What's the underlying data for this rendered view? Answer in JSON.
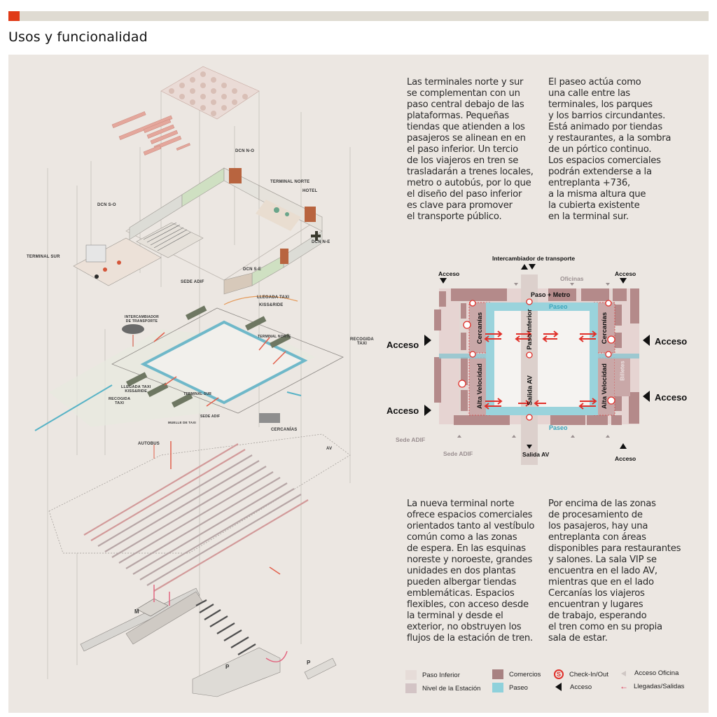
{
  "header": {
    "title": "Usos y funcionalidad",
    "accent_color": "#e03a17"
  },
  "text": {
    "col1_top": "Las terminales norte y sur\nse complementan con un\npaso central debajo de las\nplataformas. Pequeñas\ntiendas que atienden a los\npasajeros se alinean en en\nel paso inferior. Un tercio\nde los viajeros en tren se\ntrasladarán a trenes locales,\nmetro o autobús, por lo que\nel diseño del paso inferior\nes clave para promover\nel transporte público.",
    "col2_top": "El paseo actúa como\nuna calle entre las\nterminales, los parques\ny los barrios circundantes.\nEstá animado por tiendas\ny restaurantes, a la sombra\nde un pórtico continuo.\nLos espacios comerciales\npodrán extenderse a la\nentreplanta +736,\na la misma altura que\nla cubierta existente\nen la terminal sur.",
    "col1_bottom": "La nueva terminal norte\nofrece espacios comerciales\norientados tanto al vestíbulo\ncomún como a las zonas\nde espera. En las esquinas\nnoreste y noroeste, grandes\nunidades en dos plantas\npueden albergar tiendas\nemblemáticas. Espacios\nflexibles, con acceso desde\nla terminal y desde el\nexterior, no obstruyen los\nflujos de la estación de tren.",
    "col2_bottom": "Por encima de las zonas\nde procesamiento de\nlos pasajeros, hay una\nentreplanta con áreas\ndisponibles para restaurantes\ny salones. La sala VIP se\nencuentra en el lado AV,\nmientras que en el lado\nCercanías los viajeros\nencuentran y lugares\nde trabajo, esperando\nel tren como en su propia\nsala de estar."
  },
  "axonometric": {
    "labels": {
      "dcn_no": "DCN N-O",
      "terminal_norte": "TERMINAL NORTE",
      "hotel": "HOTEL",
      "dcn_so": "DCN S-O",
      "terminal_sur": "TERMINAL SUR",
      "dcn_ne": "DCN N-E",
      "dcn_se": "DCN S-E",
      "sede_adif": "SEDE ADIF",
      "llegada_taxi": "LLEGADA TAXI",
      "kiss_ride": "KISS&RIDE",
      "intercambiador": "INTERCAMBIADOR\nDE TRANSPORTE",
      "recogida_taxi_r": "RECOGIDA\nTAXI",
      "llegada_taxi_kr": "LLEGADA TAXI\nKISS&RIDE",
      "recogida_taxi_l": "RECOGIDA\nTAXI",
      "terminal_norte_2": "TERMINAL NORTE",
      "terminal_sur_2": "TERMINAL SUR",
      "sede_adif_2": "SEDE ADIF",
      "muelle_taxi": "MUELLE DE TAXI",
      "cercanias": "CERCANÍAS",
      "autobus": "AUTOBUS",
      "av": "AV",
      "metro": "M",
      "parking_1": "P",
      "parking_2": "P"
    }
  },
  "plan": {
    "title_top": "Intercambiador de transporte",
    "acceso": "Acceso",
    "oficinas": "Oficinas",
    "paso_metro": "Paso + Metro",
    "paseo": "Paseo",
    "cercanias": "Cercanías",
    "paso_inferior": "Paso inferior",
    "alta_velocidad": "Alta Velocidad",
    "salida_av": "Salida AV",
    "billetes": "Billetes",
    "sede_adif": "Sede ADIF",
    "checkin_symbol": "S",
    "colors": {
      "comercios": "#b08080",
      "paso_inferior": "#dcd0cc",
      "nivel_estacion": "#d7c3c3",
      "paseo": "#9ad3dc",
      "checkin": "#e0302a",
      "arrows": "#e0302a"
    }
  },
  "legend": {
    "items": [
      {
        "label": "Paso Inferior",
        "icon": "swatch-paso-inferior"
      },
      {
        "label": "Nivel de la Estación",
        "icon": "swatch-nivel-estacion"
      },
      {
        "label": "Comercios",
        "icon": "swatch-comercios"
      },
      {
        "label": "Paseo",
        "icon": "swatch-paseo"
      },
      {
        "label": "Check-In/Out",
        "icon": "checkin-icon"
      },
      {
        "label": "Acceso",
        "icon": "triangle-left-icon"
      },
      {
        "label": "Acceso Oficina",
        "icon": "small-triangle-icon"
      },
      {
        "label": "Llegadas/Salidas",
        "icon": "arrow-left-icon"
      }
    ]
  }
}
